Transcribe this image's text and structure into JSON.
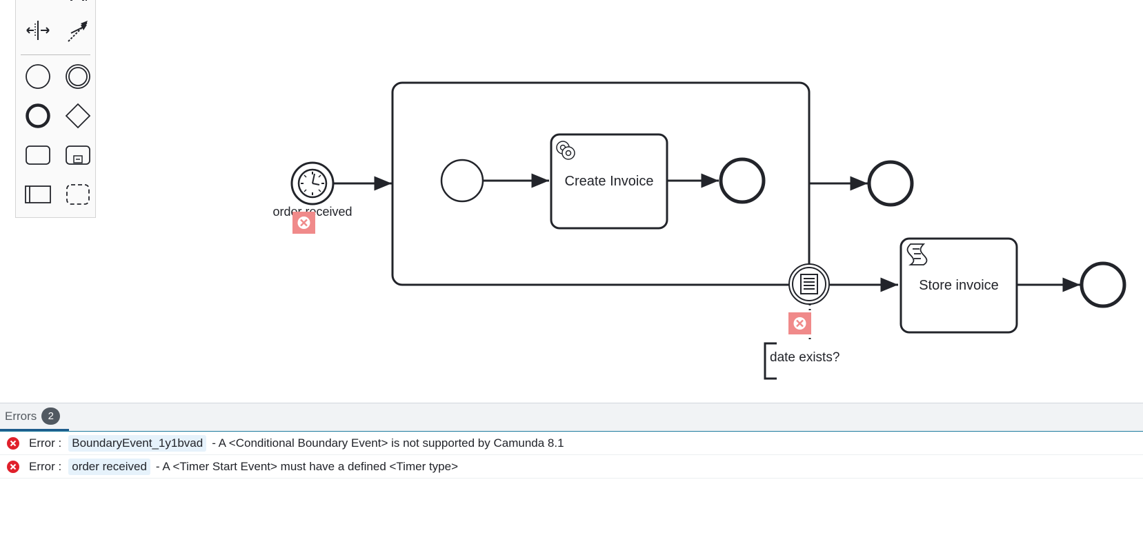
{
  "palette": {
    "tools": [
      {
        "name": "space-tool-icon"
      },
      {
        "name": "global-connect-tool-icon"
      },
      {
        "name": "create-start-event-icon"
      },
      {
        "name": "create-intermediate-event-icon"
      },
      {
        "name": "create-end-event-icon"
      },
      {
        "name": "create-gateway-icon"
      },
      {
        "name": "create-task-icon"
      },
      {
        "name": "create-subprocess-icon"
      },
      {
        "name": "create-pool-icon"
      },
      {
        "name": "create-group-icon"
      }
    ]
  },
  "diagram": {
    "start_event_label": "order received",
    "task_create_invoice": "Create Invoice",
    "task_store_invoice": "Store invoice",
    "annotation_text": "date exists?",
    "marker_color": "#f08a8a",
    "stroke_color": "#22242a"
  },
  "panel": {
    "tab_label": "Errors",
    "error_count": "2",
    "errors": [
      {
        "label": "Error :",
        "element": "BoundaryEvent_1y1bvad",
        "message": "- A <Conditional Boundary Event> is not supported by Camunda 8.1"
      },
      {
        "label": "Error :",
        "element": "order received",
        "message": "- A <Timer Start Event> must have a defined <Timer type>"
      }
    ]
  }
}
